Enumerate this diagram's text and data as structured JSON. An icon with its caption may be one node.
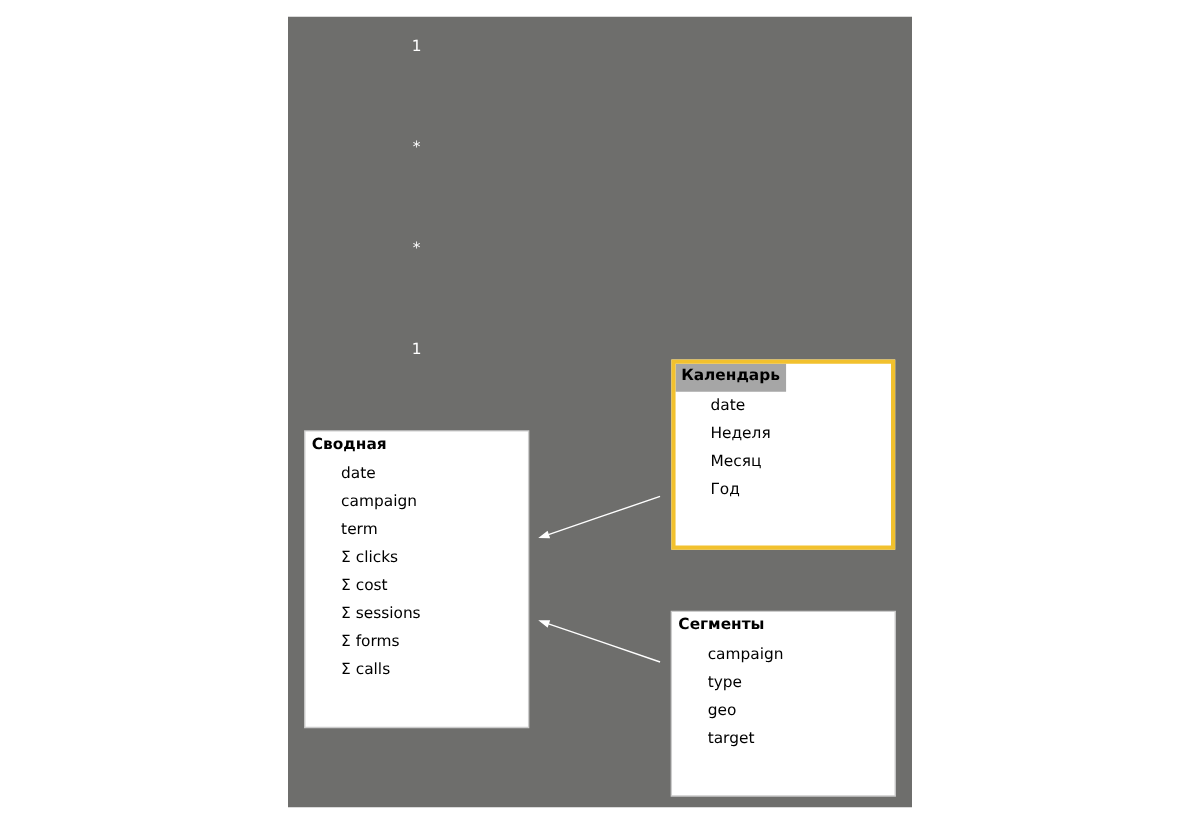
{
  "diagram": {
    "nodes": [
      {
        "text": [
          "Сводная",
          "date",
          "campaign",
          "term",
          "Σ clicks",
          "Σ cost",
          "Σ sessions",
          "Σ forms",
          "Σ calls"
        ]
      },
      {
        "text": [
          "Календарь",
          "date",
          "Неделя",
          "Месяц",
          "Год"
        ]
      },
      {
        "text": [
          "Сегменты",
          "campaign",
          "type",
          "geo",
          "target"
        ]
      }
    ],
    "edges": [
      {
        "from": 1,
        "to": 0,
        "arrow": "to"
      },
      {
        "from": 2,
        "to": 0,
        "arrow": "to"
      }
    ],
    "labels": [
      "1",
      "*",
      "*",
      "1"
    ]
  }
}
